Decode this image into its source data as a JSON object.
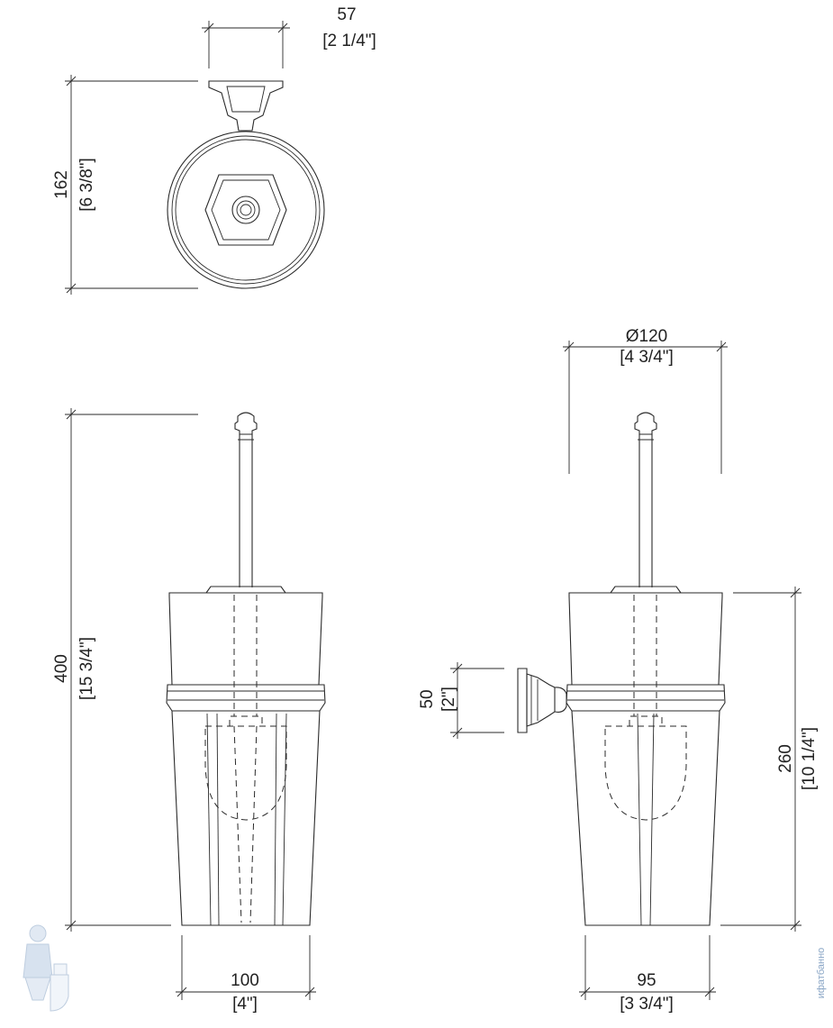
{
  "dimensions": {
    "top_width": {
      "mm": "57",
      "inch": "[2 1/4\"]"
    },
    "top_height": {
      "mm": "162",
      "inch": "[6 3/8\"]"
    },
    "front_height": {
      "mm": "400",
      "inch": "[15 3/4\"]"
    },
    "front_width": {
      "mm": "100",
      "inch": "[4\"]"
    },
    "diameter": {
      "mm": "Ø120",
      "inch": "[4 3/4\"]"
    },
    "mount_height": {
      "mm": "50",
      "inch": "[2\"]"
    },
    "side_height": {
      "mm": "260",
      "inch": "[10 1/4\"]"
    },
    "side_width": {
      "mm": "95",
      "inch": "[3 3/4\"]"
    }
  },
  "watermark": {
    "text": "ифатбанно",
    "icon": "plumber-mascot-icon",
    "color": "#8aa6c6"
  }
}
